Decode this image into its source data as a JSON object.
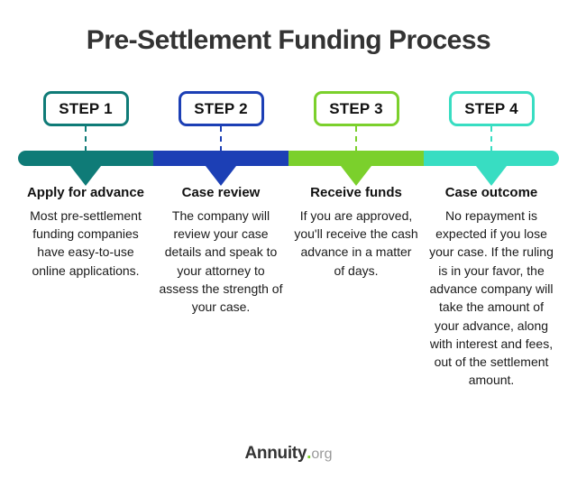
{
  "title": "Pre-Settlement Funding Process",
  "colors": {
    "step1": "#0f7b77",
    "step2": "#1c3fb5",
    "step3": "#7bd02c",
    "step4": "#38ddc2",
    "title": "#333333",
    "text": "#1a1a1a",
    "logo_dot": "#7bd02c",
    "logo_tld": "#9a9a9a",
    "background": "#ffffff"
  },
  "steps": [
    {
      "badge": "STEP 1",
      "heading": "Apply for advance",
      "body": "Most pre-settlement funding companies have easy-to-use online applications.",
      "color": "#0f7b77"
    },
    {
      "badge": "STEP 2",
      "heading": "Case review",
      "body": "The company will review your case details and speak to your attorney to assess the strength of your case.",
      "color": "#1c3fb5"
    },
    {
      "badge": "STEP 3",
      "heading": "Receive funds",
      "body": "If you are approved, you'll receive the cash advance in a matter of days.",
      "color": "#7bd02c"
    },
    {
      "badge": "STEP 4",
      "heading": "Case outcome",
      "body": "No repayment is expected if you lose your case. If the ruling is in your favor, the advance company will take the amount of your advance, along with interest and fees, out of the settlement amount.",
      "color": "#38ddc2"
    }
  ],
  "footer": {
    "logo_main": "Annuity",
    "logo_dot": ".",
    "logo_tld": "org"
  }
}
